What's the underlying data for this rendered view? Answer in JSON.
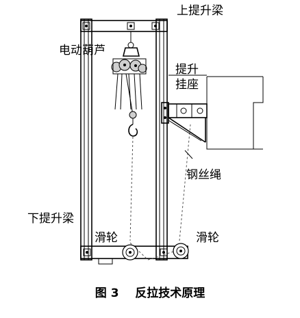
{
  "labels": {
    "upper_beam": "上提升梁",
    "electric_hoist": "电动葫芦",
    "lift_seat_line1": "提升",
    "lift_seat_line2": "挂座",
    "wire_rope": "钢丝绳",
    "lower_beam": "下提升梁",
    "pulley_left": "滑轮",
    "pulley_right": "滑轮"
  },
  "caption": "图 3    反拉技术原理",
  "icons": {
    "frame": "steel-frame-icon",
    "hoist": "electric-hoist-icon",
    "hook": "hook-icon",
    "pulley": "pulley-icon",
    "building": "building-edge-icon"
  }
}
